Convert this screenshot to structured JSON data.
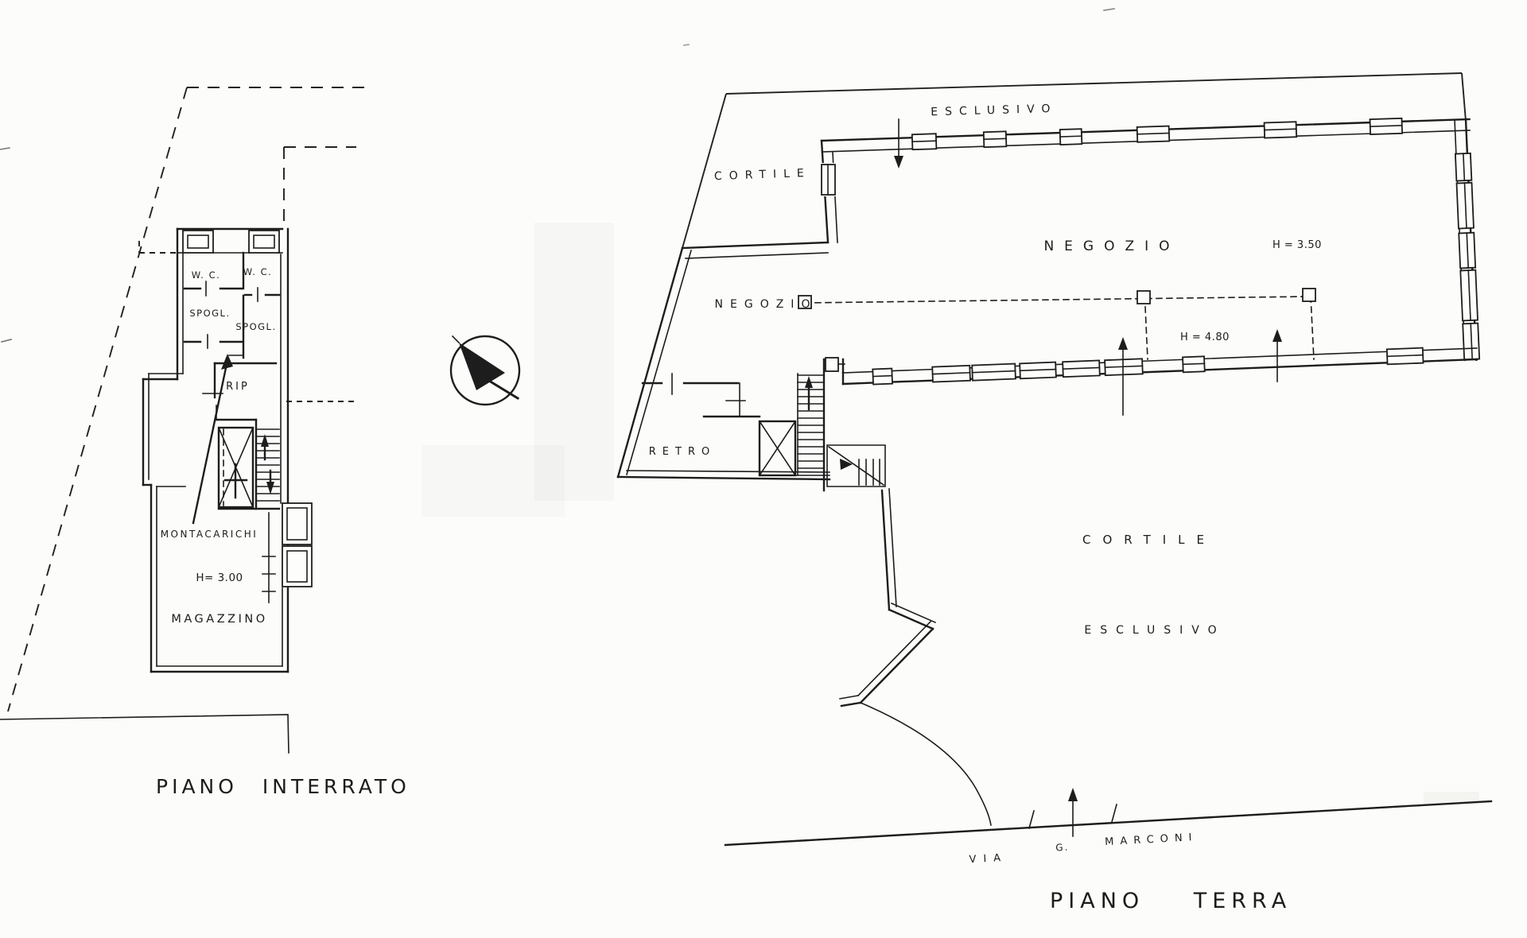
{
  "page": {
    "background": "#fcfcfa",
    "ink": "#1d1d1d",
    "kind": "scanned cadastral floor plan"
  },
  "basement_plan": {
    "title": "PIANO INTERRATO",
    "room_labels": {
      "wc_left": "W. C.",
      "wc_right": "W. C.",
      "spogl_left": "SPOGL.",
      "spogl_right": "SPOGL.",
      "rip": "RIP",
      "montacarichi": "MONTACARICHI",
      "magazzino": "MAGAZZINO"
    },
    "dimensions": {
      "magazzino_height": "H= 3.00"
    }
  },
  "compass": {
    "name": "north-arrow"
  },
  "ground_floor_plan": {
    "title": "PIANO TERRA",
    "area_labels": {
      "esclusivo_top": "ESCLUSIVO",
      "cortile_top": "CORTILE",
      "negozio_main": "NEGOZIO",
      "negozio_left": "NEGOZIO",
      "retro": "RETRO",
      "cortile_court": "CORTILE",
      "esclusivo_court": "ESCLUSIVO"
    },
    "dimensions": {
      "negozio_height": "H = 3.50",
      "negozio_inner_height": "H = 4.80"
    },
    "street": {
      "via": "VIA",
      "initial": "G.",
      "name": "MARCONI"
    }
  }
}
